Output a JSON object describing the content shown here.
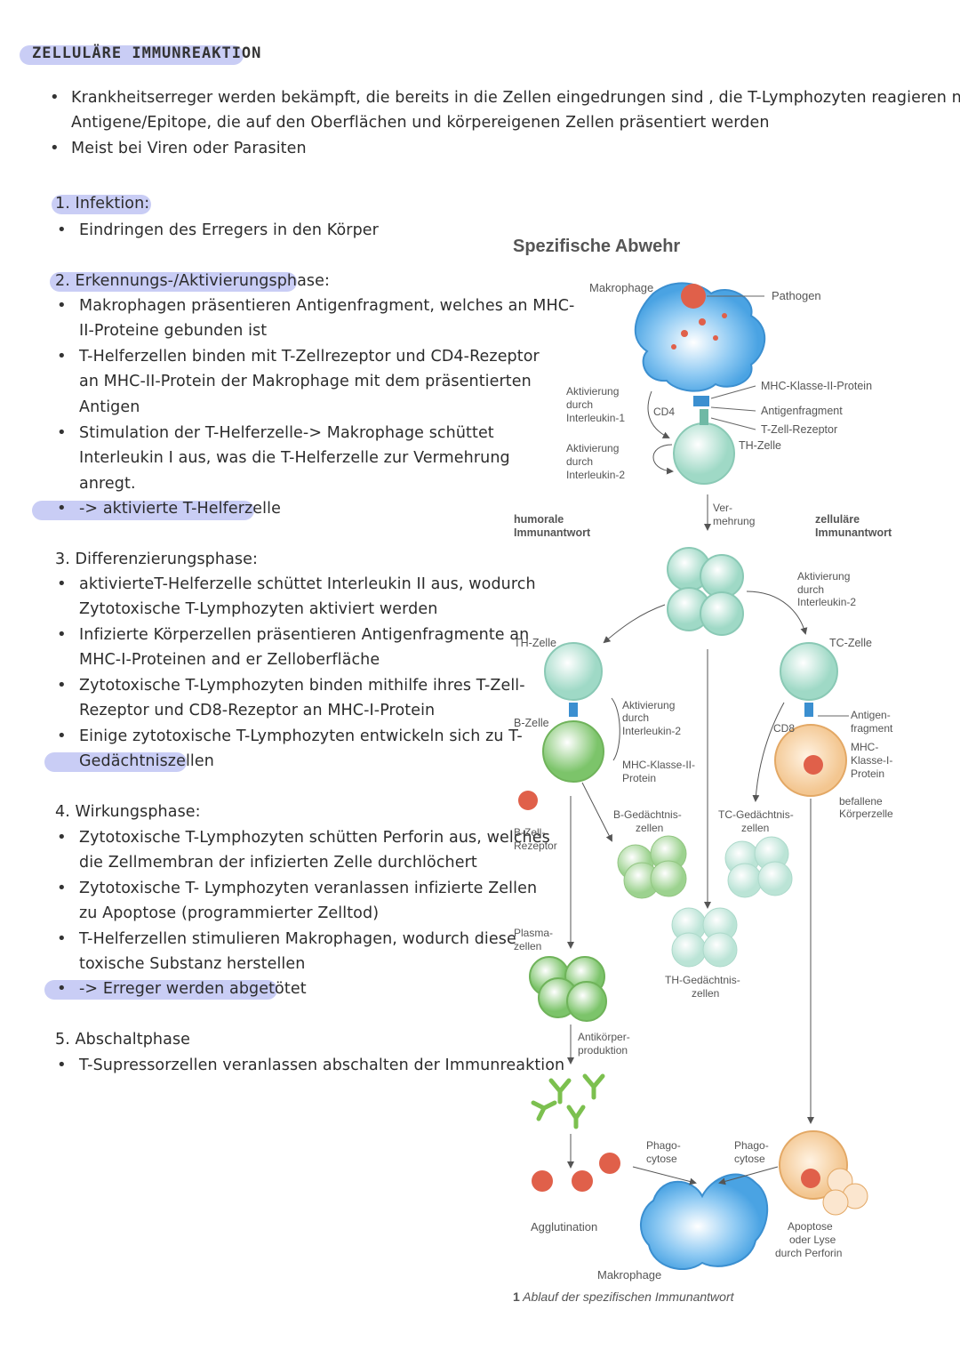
{
  "title": "ZELLULÄRE IMMUNREAKTION",
  "intro": [
    "Krankheitserreger werden bekämpft, die bereits in die Zellen eingedrungen sind , die T-Lymphozyten reagieren nur auf",
    "Antigene/Epitope, die auf den Oberflächen und körpereigenen Zellen präsentiert werden",
    "Meist bei Viren oder Parasiten"
  ],
  "phase1": {
    "heading": "1.  Infektion:",
    "lines": [
      "Eindringen des Erregers in den Körper"
    ]
  },
  "phase2": {
    "heading": "2.  Erkennungs-/Aktivierungsphase:",
    "lines": [
      "Makrophagen präsentieren Antigenfragment, welches an MHC-",
      "II-Proteine gebunden ist",
      "T-Helferzellen binden mit T-Zellrezeptor und CD4-Rezeptor",
      "an MHC-II-Protein der Makrophage mit dem präsentierten",
      "Antigen",
      "Stimulation der T-Helferzelle-> Makrophage schüttet",
      "Interleukin I aus, was die T-Helferzelle zur Vermehrung",
      "anregt.",
      "-> aktivierte T-Helferzelle"
    ]
  },
  "phase3": {
    "heading": "3.   Differenzierungsphase:",
    "lines": [
      "aktivierteT-Helferzelle schüttet Interleukin II aus, wodurch",
      "Zytotoxische T-Lymphozyten aktiviert werden",
      "Infizierte Körperzellen präsentieren Antigenfragmente an",
      "MHC-I-Proteinen and er Zelloberfläche",
      "Zytotoxische T-Lymphozyten binden mithilfe ihres T-Zell-",
      "Rezeptor und CD8-Rezeptor an MHC-I-Protein",
      "Einige zytotoxische T-Lymphozyten entwickeln sich zu T-",
      "Gedächtniszellen"
    ]
  },
  "phase4": {
    "heading": "4.  Wirkungsphase:",
    "lines": [
      "Zytotoxische T-Lymphozyten schütten Perforin aus, welches",
      "die Zellmembran der infizierten Zelle durchlöchert",
      "Zytotoxische T- Lymphozyten veranlassen infizierte Zellen",
      "zu Apoptose (programmierter Zelltod)",
      "T-Helferzellen stimulieren Makrophagen, wodurch diese",
      "toxische Substanz herstellen",
      "-> Erreger werden abgetötet"
    ]
  },
  "phase5": {
    "heading": "5.  Abschaltphase",
    "lines": [
      "T-Supressorzellen veranlassen abschalten der Immunreaktion"
    ]
  },
  "figure": {
    "title": "Spezifische Abwehr",
    "caption_num": "1",
    "caption": "Ablauf der spezifischen Immunantwort",
    "labels": {
      "makrophage_top": "Makrophage",
      "pathogen": "Pathogen",
      "mhc2": "MHC-Klasse-II-Protein",
      "antigenfragment": "Antigenfragment",
      "tzellrezeptor": "T-Zell-Rezeptor",
      "th_zelle": "TH-Zelle",
      "cd4": "CD4",
      "akt_il1_a": "Aktivierung",
      "akt_il1_b": "durch",
      "akt_il1_c": "Interleukin-1",
      "akt_il2_a": "Aktivierung",
      "akt_il2_b": "durch",
      "akt_il2_c": "Interleukin-2",
      "vermehrung_a": "Ver-",
      "vermehrung_b": "mehrung",
      "humorale_a": "humorale",
      "humorale_b": "Immunantwort",
      "zellulaere_a": "zelluläre",
      "zellulaere_b": "Immunantwort",
      "akt_il2r_a": "Aktivierung",
      "akt_il2r_b": "durch",
      "akt_il2r_c": "Interleukin-2",
      "th_zelle_left": "TH-Zelle",
      "tc_zelle": "TC-Zelle",
      "b_zelle": "B-Zelle",
      "akt_il2m_a": "Aktivierung",
      "akt_il2m_b": "durch",
      "akt_il2m_c": "Interleukin-2",
      "mhc2b_a": "MHC-Klasse-II-",
      "mhc2b_b": "Protein",
      "cd8": "CD8",
      "antigen_frag_a": "Antigen-",
      "antigen_frag_b": "fragment",
      "mhc1_a": "MHC-",
      "mhc1_b": "Klasse-I-",
      "mhc1_c": "Protein",
      "befallene_a": "befallene",
      "befallene_b": "Körperzelle",
      "bzellrez_a": "B-Zell-",
      "bzellrez_b": "Rezeptor",
      "bgedaecht_a": "B-Gedächtnis-",
      "bgedaecht_b": "zellen",
      "tcgedaecht_a": "TC-Gedächtnis-",
      "tcgedaecht_b": "zellen",
      "plasma_a": "Plasma-",
      "plasma_b": "zellen",
      "thgedaecht_a": "TH-Gedächtnis-",
      "thgedaecht_b": "zellen",
      "antikoerper_a": "Antikörper-",
      "antikoerper_b": "produktion",
      "phago1_a": "Phago-",
      "phago1_b": "cytose",
      "phago2_a": "Phago-",
      "phago2_b": "cytose",
      "agglutination": "Agglutination",
      "apoptose_a": "Apoptose",
      "apoptose_b": "oder Lyse",
      "apoptose_c": "durch Perforin",
      "makrophage_bottom": "Makrophage"
    }
  },
  "colors": {
    "highlight": "#c9cdf5",
    "macrophage": "#5aaee8",
    "tcell": "#bfe6da",
    "bcell": "#9fd68a",
    "infected": "#f7d6b0",
    "pathogen": "#e0604a"
  }
}
